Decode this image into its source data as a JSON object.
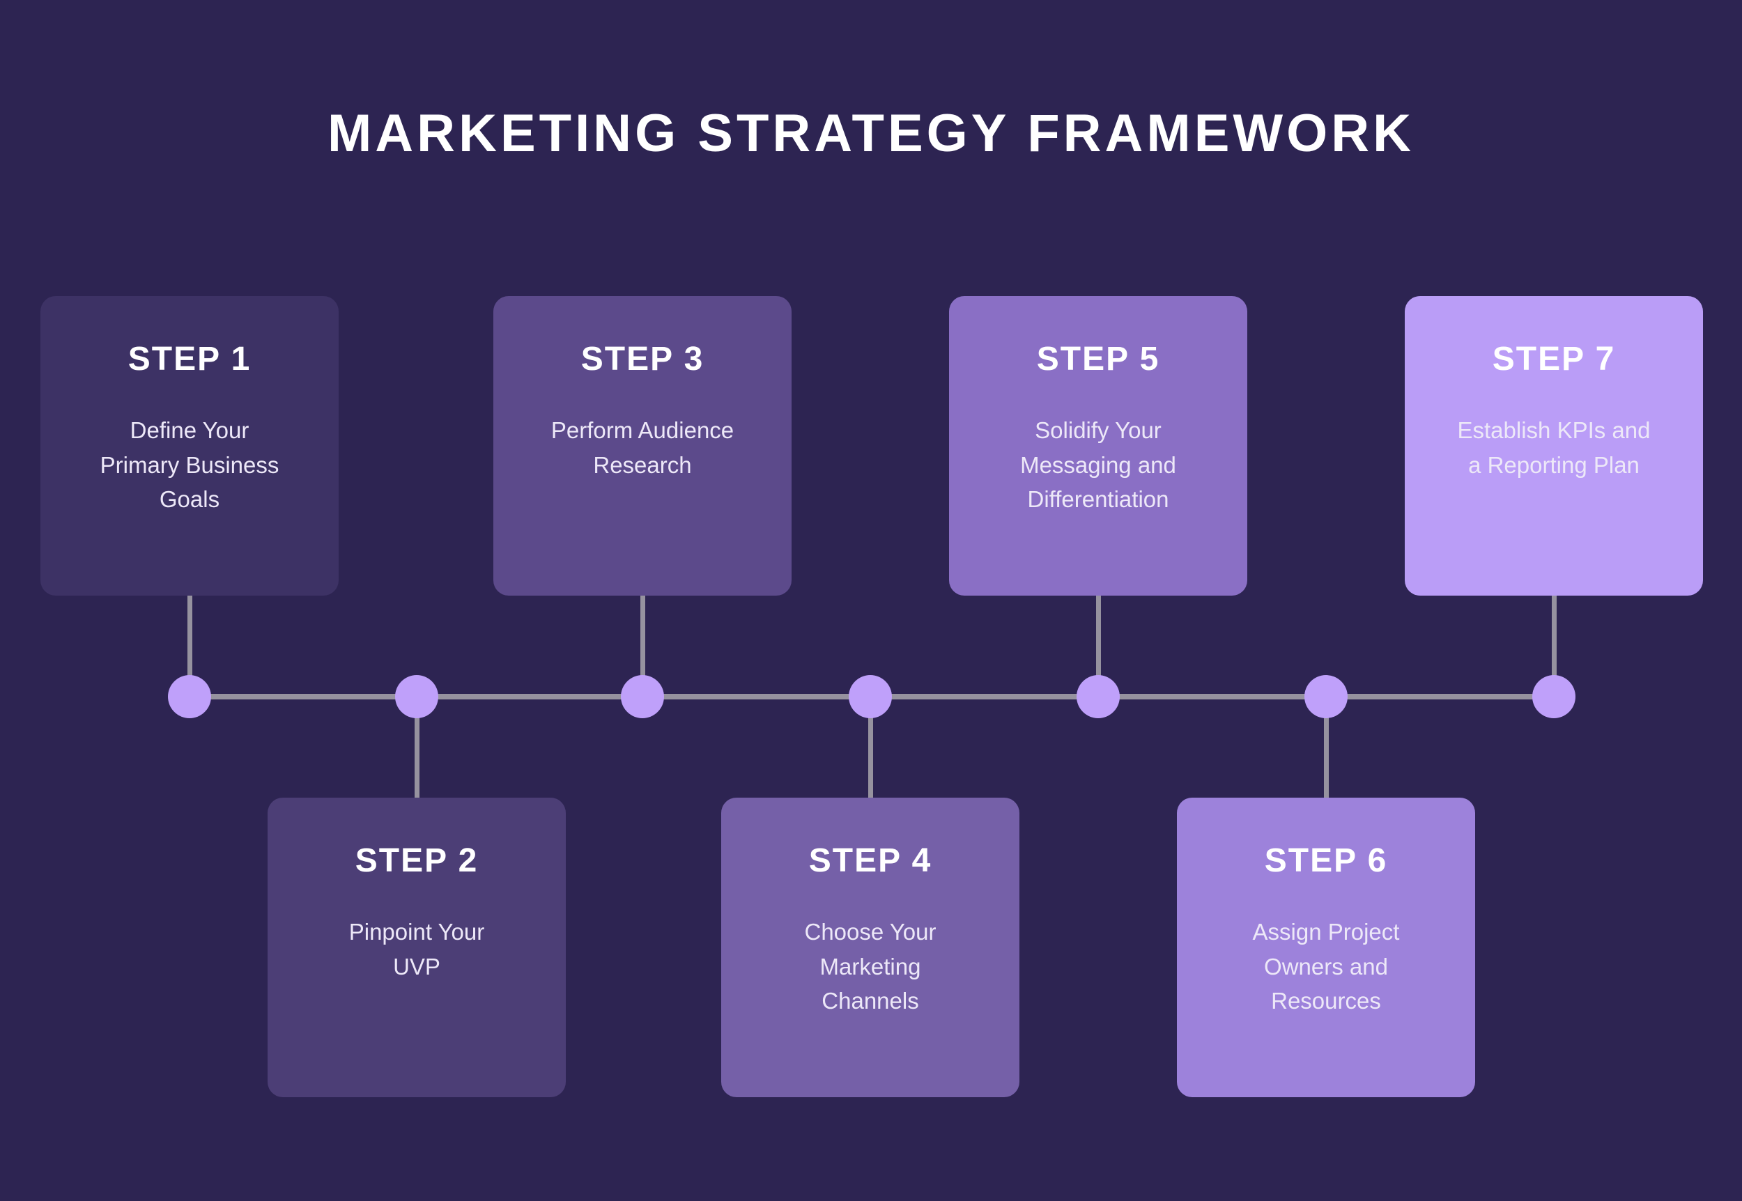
{
  "title": "MARKETING STRATEGY FRAMEWORK",
  "colors": {
    "background": "#2D2452",
    "title_text": "#FFFFFF",
    "step_title_text": "#FFFFFF",
    "step_description_text": "#EDE8F8",
    "timeline_line": "#96929F",
    "timeline_dot": "#BFA0FA"
  },
  "steps": [
    {
      "step_label": "STEP 1",
      "description": "Define Your\nPrimary Business\nGoals",
      "color": "#3D3265",
      "position": "top"
    },
    {
      "step_label": "STEP 2",
      "description": "Pinpoint Your\nUVP",
      "color": "#4C3E76",
      "position": "bottom"
    },
    {
      "step_label": "STEP 3",
      "description": "Perform Audience\nResearch",
      "color": "#5C4A8B",
      "position": "top"
    },
    {
      "step_label": "STEP 4",
      "description": "Choose Your\nMarketing\nChannels",
      "color": "#7560A8",
      "position": "bottom"
    },
    {
      "step_label": "STEP 5",
      "description": "Solidify Your\nMessaging and\nDifferentiation",
      "color": "#8A6FC5",
      "position": "top"
    },
    {
      "step_label": "STEP 6",
      "description": "Assign Project\nOwners and\nResources",
      "color": "#9D82DB",
      "position": "bottom"
    },
    {
      "step_label": "STEP 7",
      "description": "Establish KPIs and\na Reporting Plan",
      "color": "#BA9DF7",
      "position": "top"
    }
  ]
}
